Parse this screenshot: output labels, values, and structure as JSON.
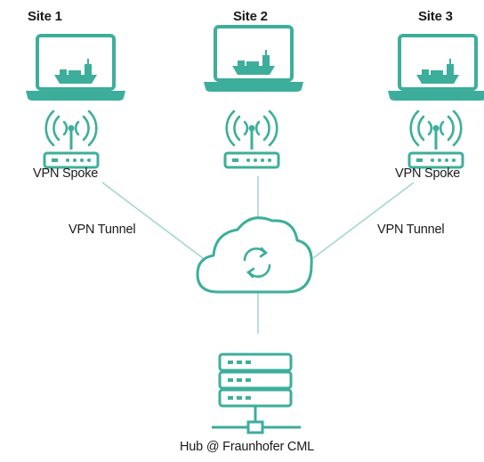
{
  "sites": [
    {
      "label": "Site 1",
      "device_label": "VPN Spoke",
      "tunnel_label": "VPN Tunnel"
    },
    {
      "label": "Site 2",
      "device_label": "",
      "tunnel_label": ""
    },
    {
      "label": "Site 3",
      "device_label": "VPN Spoke",
      "tunnel_label": "VPN Tunnel"
    }
  ],
  "hub": {
    "label": "Hub @ Fraunhofer CML"
  },
  "colors": {
    "accent": "#3dae9b",
    "line": "#9fd6cc",
    "text": "#1a1a1a",
    "ship": "#3dae9b"
  }
}
